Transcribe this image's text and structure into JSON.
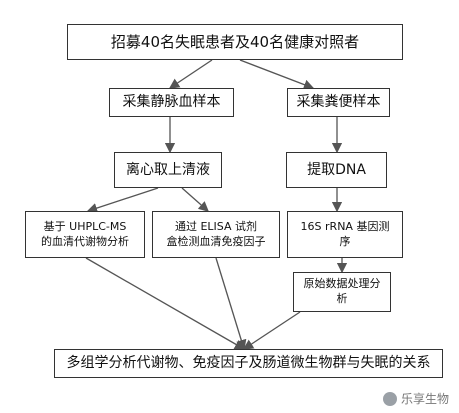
{
  "nodes": {
    "recruit": "招募40名失眠患者及40名健康对照者",
    "blood_sample": "采集静脉血样本",
    "stool_sample": "采集粪便样本",
    "centrifuge": "离心取上清液",
    "extract_dna": "提取DNA",
    "metabolomics": "基于 UHPLC-MS\n的血清代谢物分析",
    "elisa": "通过 ELISA 试剂\n盒检测血清免疫因子",
    "sequencing": "16S rRNA 基因测\n序",
    "raw_processing": "原始数据处理分\n析",
    "conclusion": "多组学分析代谢物、免疫因子及肠道微生物群与失眠的关系"
  },
  "watermark": {
    "text": "乐享生物"
  }
}
